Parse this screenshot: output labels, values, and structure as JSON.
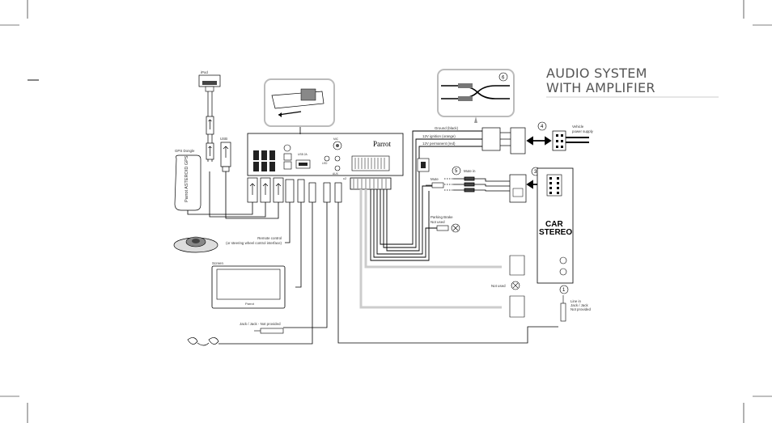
{
  "title": {
    "line1": "AUDIO SYSTEM",
    "line2": "WITH AMPLIFIER"
  },
  "brand": "Parrot",
  "labels": {
    "ipod": "iPod",
    "usb": "USB",
    "gps_dongle": "GPS Dongle",
    "gps_device": "Parrot ASTEROID GPS",
    "remote_control_line1": "Remote control",
    "remote_control_line2": "(or steering wheel control interface)",
    "screen": "Screen",
    "jack_jack": "Jack / Jack - Not provided",
    "ground": "Ground (black)",
    "ignition": "12V ignition (orange)",
    "permanent": "12V permanent (red)",
    "mute_in": "Mute in",
    "mute": "Mute",
    "parking_line1": "Parking Brake",
    "parking_line2": "Not used",
    "not_used": "Not used",
    "vehicle_line1": "Vehicle",
    "vehicle_line2": "power supply",
    "car": "CAR",
    "stereo": "STEREO",
    "line_in_1": "Line in",
    "line_in_2": "Jack / Jack",
    "line_in_3": "Not provided",
    "unit_left": "USB 2A",
    "unit_mid": "MIC",
    "unit_led": "LED",
    "unit_aux": "AUX",
    "unit_c2": "c2",
    "parrot_small": "Parrot"
  },
  "callouts": [
    "6",
    "4",
    "5",
    "3",
    "1"
  ]
}
